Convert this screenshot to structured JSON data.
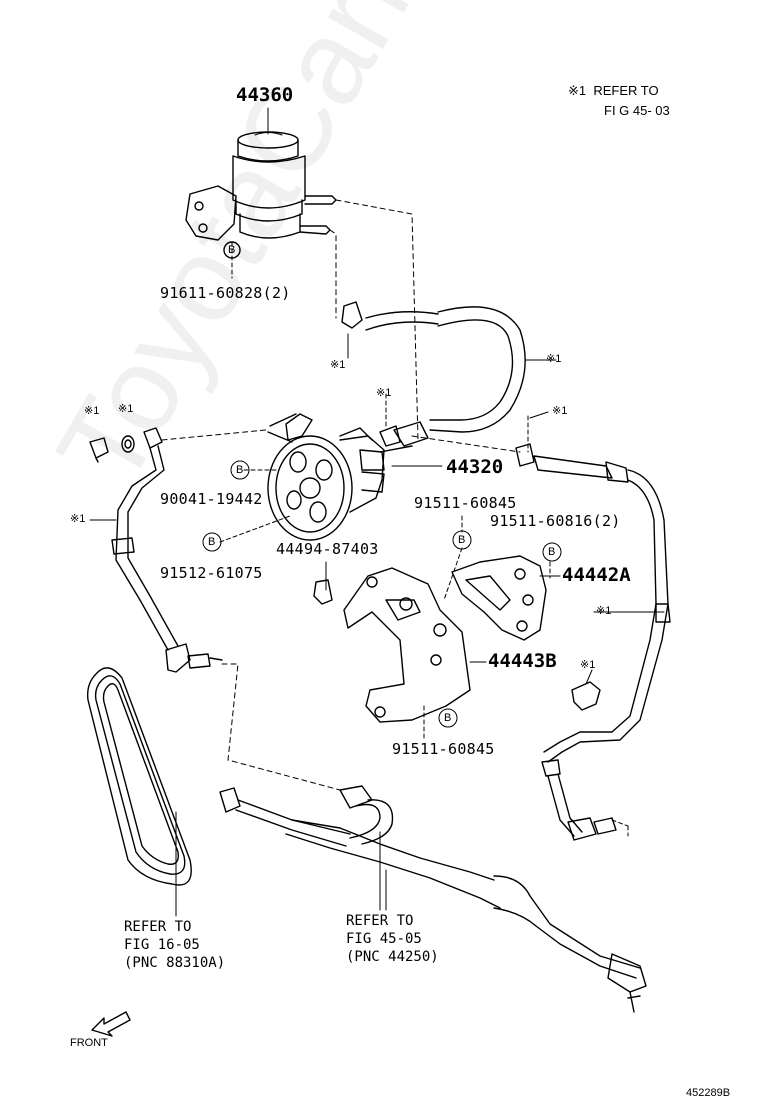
{
  "note": {
    "line1": "※1  REFER TO",
    "line2": "FI G 45- 03"
  },
  "parts": {
    "reservoir": "44360",
    "pump": "44320",
    "bracket_a": "44442A",
    "bracket_b": "44443B",
    "clamp": "44494-87403",
    "bolt_reservoir": "91611-60828(2)",
    "bolt_pump_a": "90041-19442",
    "bolt_pump_b": "91512-61075",
    "bolt_bracket_1": "91511-60845",
    "bolt_bracket_2": "91511-60816(2)",
    "bolt_bracket_3": "91511-60845"
  },
  "markers": {
    "b": "B",
    "star": "※1"
  },
  "refs": {
    "belt": {
      "l1": "REFER TO",
      "l2": "FIG 16-05",
      "l3": "(PNC 88310A)"
    },
    "gear": {
      "l1": "REFER TO",
      "l2": "FIG 45-05",
      "l3": "(PNC 44250)"
    }
  },
  "front_label": "FRONT",
  "figure_id": "452289B",
  "watermark": "ToyotaCarMine.ru"
}
